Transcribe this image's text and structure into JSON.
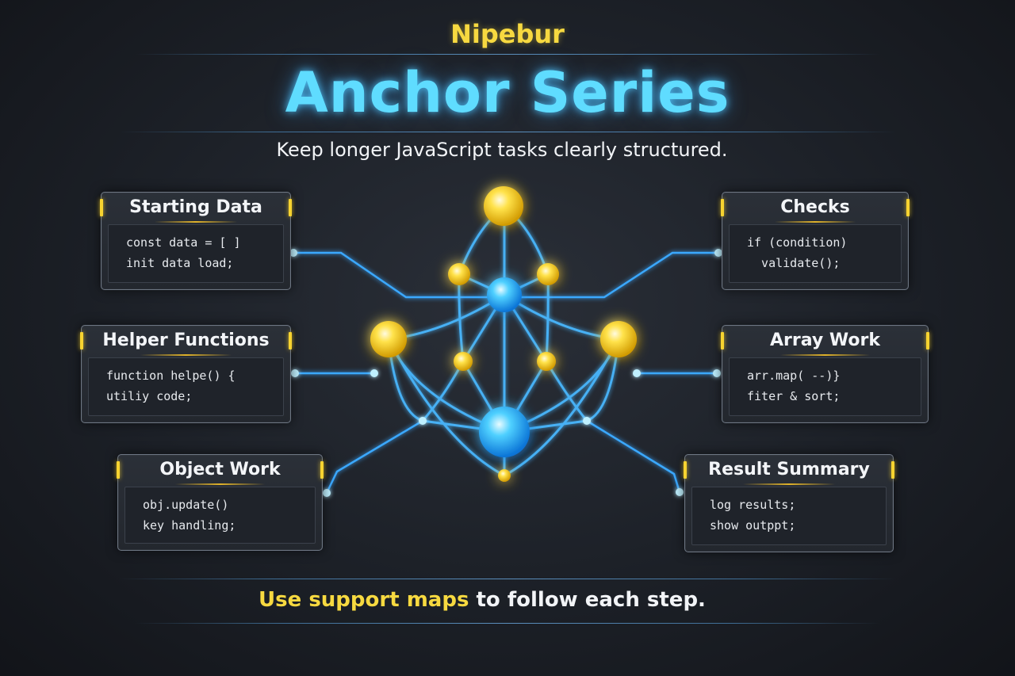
{
  "header": {
    "brand": "Nipebur",
    "title": "Anchor Series",
    "subtitle": "Keep longer JavaScript tasks clearly structured."
  },
  "cards": {
    "starting_data": {
      "title": "Starting Data",
      "lines": [
        "const data = [ ]",
        "init data load;"
      ]
    },
    "helper_functions": {
      "title": "Helper Functions",
      "lines": [
        "function helpe() {",
        "utiliy code;"
      ]
    },
    "object_work": {
      "title": "Object Work",
      "lines": [
        "obj.update()",
        "key handling;"
      ]
    },
    "checks": {
      "title": "Checks",
      "lines": [
        "if (condition)",
        "  validate();"
      ]
    },
    "array_work": {
      "title": "Array Work",
      "lines": [
        "arr.map( --)}",
        "fiter & sort;"
      ]
    },
    "result_summary": {
      "title": "Result Summary",
      "lines": [
        "log results;",
        "show outppt;"
      ]
    }
  },
  "footer": {
    "highlight": "Use support maps",
    "rest": " to follow each step."
  },
  "colors": {
    "accent_yellow": "#f7d940",
    "accent_cyan": "#5fdcff",
    "connector_blue": "#3aa8ff",
    "card_border": "#6d7683"
  }
}
